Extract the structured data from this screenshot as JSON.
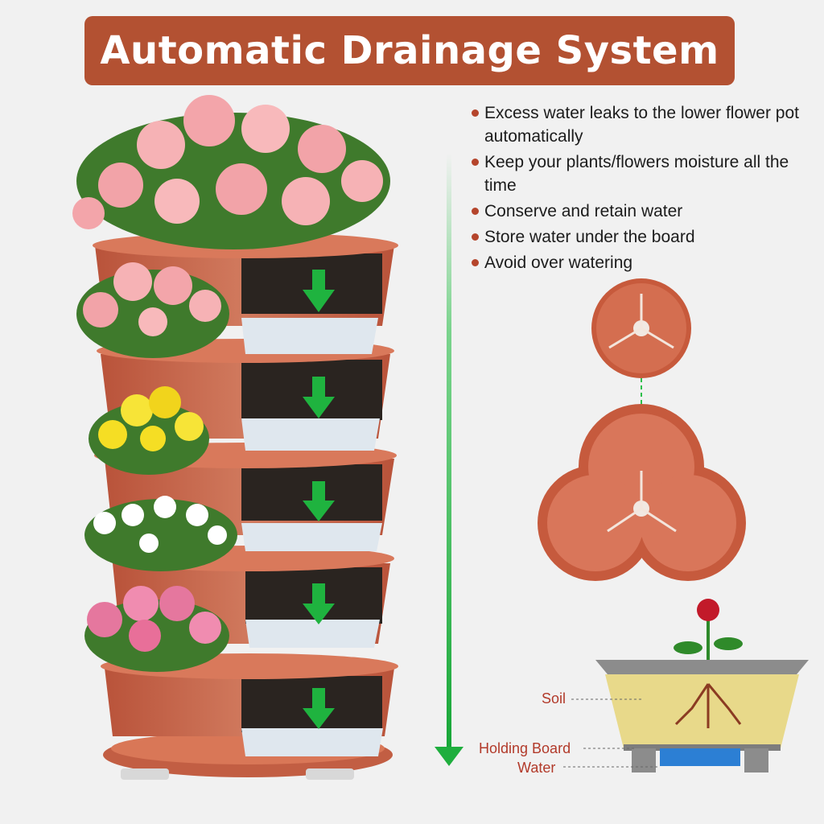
{
  "title": "Automatic Drainage System",
  "bullets": [
    "Excess water leaks to the lower flower pot automatically",
    "Keep your plants/flowers moisture all the time",
    "Conserve and retain water",
    "Store water under the board",
    "Avoid over watering"
  ],
  "diagram_labels": {
    "soil": "Soil",
    "holding_board": "Holding Board",
    "water": "Water"
  },
  "colors": {
    "banner": "#b35132",
    "terracotta": "#c8634a",
    "soil_dark": "#2a2420",
    "arrow_green": "#2bbf4a",
    "label_red": "#b23a2a"
  }
}
